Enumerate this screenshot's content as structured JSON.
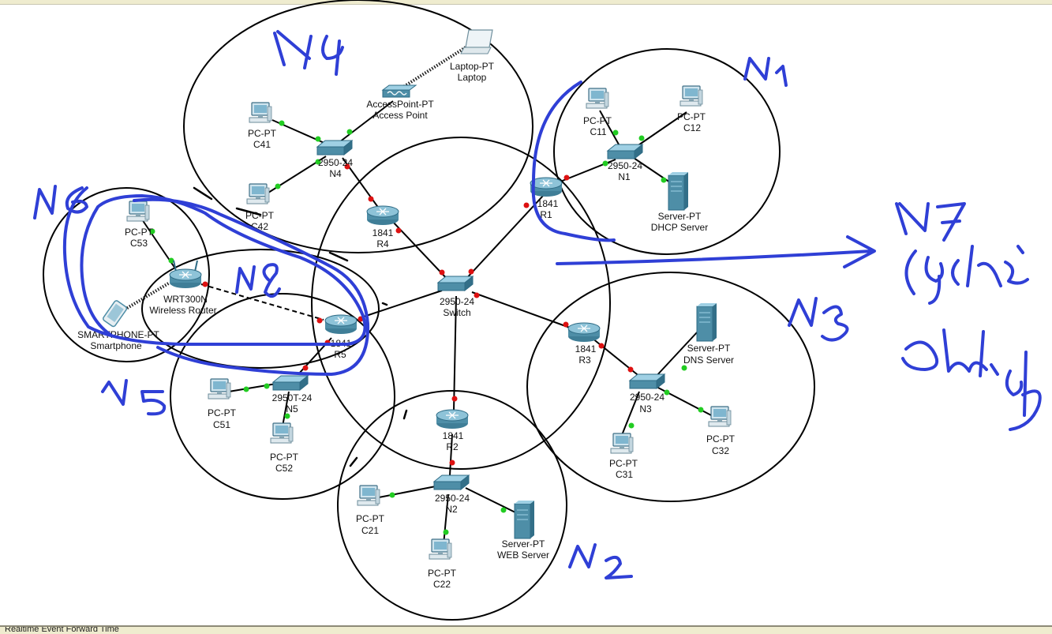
{
  "devices": {
    "laptop": {
      "model": "Laptop-PT",
      "name": "Laptop"
    },
    "ap": {
      "model": "AccessPoint-PT",
      "name": "Access Point"
    },
    "c41": {
      "model": "PC-PT",
      "name": "C41"
    },
    "c42": {
      "model": "PC-PT",
      "name": "C42"
    },
    "n4": {
      "model": "2950-24",
      "name": "N4"
    },
    "r4": {
      "model": "1841",
      "name": "R4"
    },
    "c11": {
      "model": "PC-PT",
      "name": "C11"
    },
    "c12": {
      "model": "PC-PT",
      "name": "C12"
    },
    "n1": {
      "model": "2950-24",
      "name": "N1"
    },
    "r1": {
      "model": "1841",
      "name": "R1"
    },
    "dhcp": {
      "model": "Server-PT",
      "name": "DHCP Server"
    },
    "c53": {
      "model": "PC-PT",
      "name": "C53"
    },
    "wrt": {
      "model": "WRT300N",
      "name": "Wireless Router"
    },
    "phone": {
      "model": "SMARTPHONE-PT",
      "name": "Smartphone"
    },
    "core": {
      "model": "2950-24",
      "name": "Switch"
    },
    "r5": {
      "model": "1841",
      "name": "R5"
    },
    "r3": {
      "model": "1841",
      "name": "R3"
    },
    "dns": {
      "model": "Server-PT",
      "name": "DNS Server"
    },
    "n3": {
      "model": "2950-24",
      "name": "N3"
    },
    "c31": {
      "model": "PC-PT",
      "name": "C31"
    },
    "c32": {
      "model": "PC-PT",
      "name": "C32"
    },
    "n5": {
      "model": "2950T-24",
      "name": "N5"
    },
    "c51": {
      "model": "PC-PT",
      "name": "C51"
    },
    "c52": {
      "model": "PC-PT",
      "name": "C52"
    },
    "r2": {
      "model": "1841",
      "name": "R2"
    },
    "n2": {
      "model": "2950-24",
      "name": "N2"
    },
    "c21": {
      "model": "PC-PT",
      "name": "C21"
    },
    "c22": {
      "model": "PC-PT",
      "name": "C22"
    },
    "web": {
      "model": "Server-PT",
      "name": "WEB Server"
    }
  },
  "handwritten_labels": {
    "n1": "N1",
    "n2": "N2",
    "n3": "N3",
    "n4": "N4",
    "n5": "N5",
    "n6": "N6",
    "n7": "N7",
    "n7_note": "(gồm các Switch)",
    "n8": "N8"
  },
  "colors": {
    "link": "#000000",
    "link_up": "#22cc22",
    "link_down": "#dd1111",
    "ink": "#2f3fd6",
    "device": "#4e8ea7"
  },
  "statusbar": {
    "text": "Realtime  Event Forward Time"
  }
}
